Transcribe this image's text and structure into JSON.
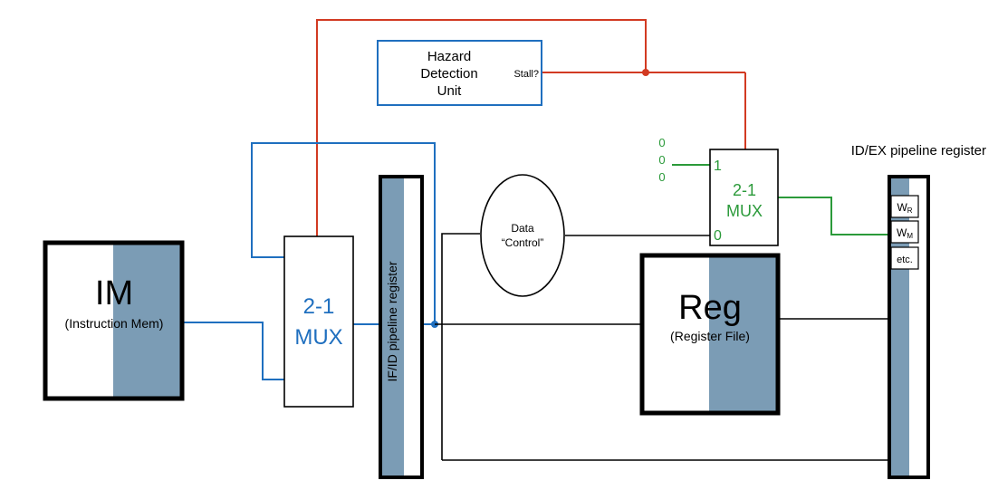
{
  "colors": {
    "blue": "#1f6fbf",
    "red": "#d23a22",
    "green": "#2b9a3a",
    "shade": "#7b9cb5",
    "black": "#000000"
  },
  "im": {
    "title": "IM",
    "subtitle": "(Instruction Mem)"
  },
  "mux_left": {
    "line1": "2-1",
    "line2": "MUX"
  },
  "ifid": {
    "label": "IF/ID pipeline register"
  },
  "hazard": {
    "line1": "Hazard",
    "line2": "Detection",
    "line3": "Unit",
    "stall": "Stall?"
  },
  "control": {
    "line1": "Data",
    "line2": "“Control”"
  },
  "mux_right": {
    "line1": "2-1",
    "line2": "MUX",
    "in1": "1",
    "in0": "0",
    "zeros": [
      "0",
      "0",
      "0"
    ]
  },
  "reg": {
    "title": "Reg",
    "subtitle": "(Register File)"
  },
  "idex": {
    "label": "ID/EX pipeline register",
    "fields": [
      {
        "main": "W",
        "sub": "R"
      },
      {
        "main": "W",
        "sub": "M"
      },
      {
        "main": "etc.",
        "sub": ""
      }
    ]
  }
}
